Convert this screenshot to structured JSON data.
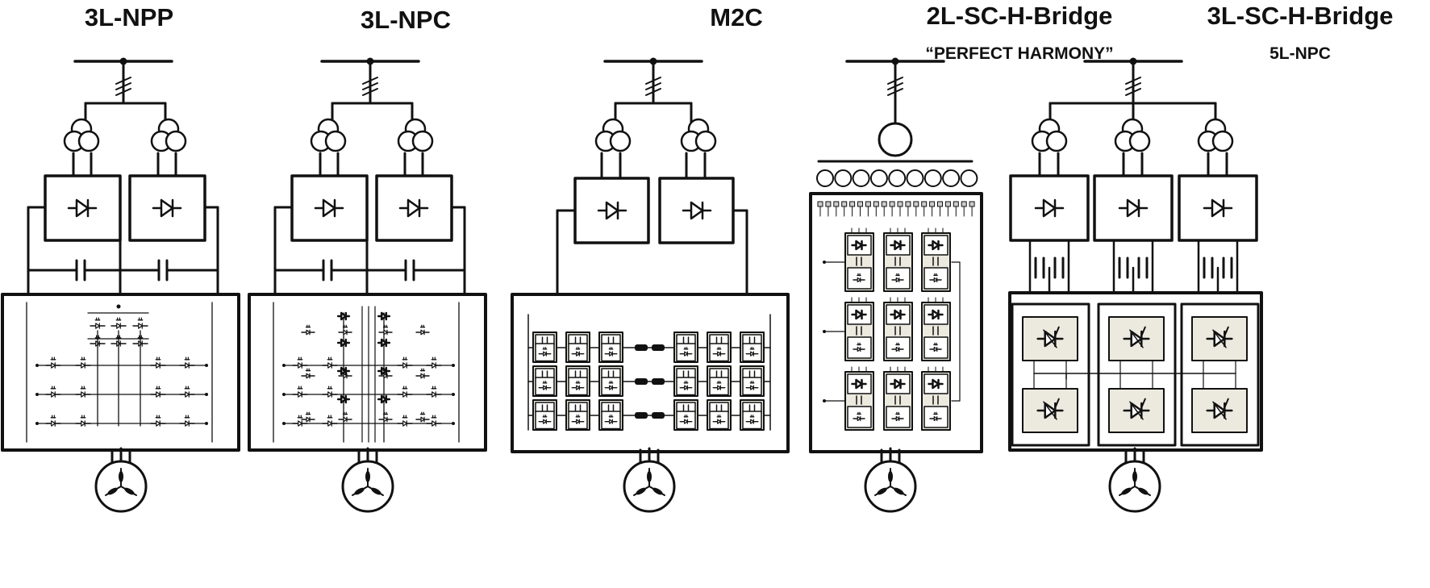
{
  "topologies": [
    {
      "id": "3l-npp",
      "title": "3L-NPP",
      "subtitle": ""
    },
    {
      "id": "3l-npc",
      "title": "3L-NPC",
      "subtitle": ""
    },
    {
      "id": "m2c",
      "title": "M2C",
      "subtitle": ""
    },
    {
      "id": "2l-sc-h-bridge",
      "title": "2L-SC-H-Bridge",
      "subtitle": "“PERFECT HARMONY”"
    },
    {
      "id": "3l-sc-h-bridge",
      "title": "3L-SC-H-Bridge",
      "subtitle": "5L-NPC"
    }
  ]
}
